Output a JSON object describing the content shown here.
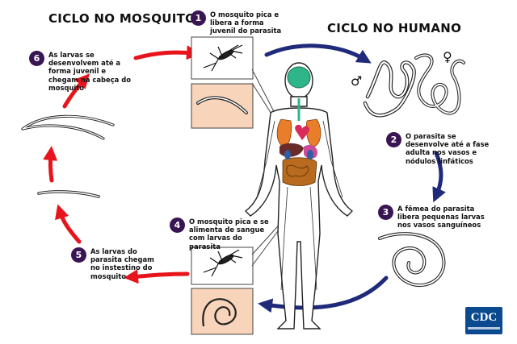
{
  "titles": {
    "mosquito_cycle": "CICLO NO MOSQUITO",
    "human_cycle": "CICLO NO HUMANO"
  },
  "steps": [
    {
      "number": "1",
      "text": "O mosquito pica e libera a forma juvenil do parasita"
    },
    {
      "number": "2",
      "text": "O parasita se desenvolve até a fase adulta nos vasos e nódulos linfáticos"
    },
    {
      "number": "3",
      "text": "A fêmea do parasita libera pequenas larvas nos vasos sanguíneos"
    },
    {
      "number": "4",
      "text": "O mosquito pica e se alimenta de sangue com larvas do parasita"
    },
    {
      "number": "5",
      "text": "As larvas do parasita chegam no instestino do mosquito"
    },
    {
      "number": "6",
      "text": "As larvas se desenvolvem até a forma juvenil e chegam na cabeça do mosquito"
    }
  ],
  "symbols": {
    "male": "♂",
    "female": "♀"
  },
  "logo": {
    "text": "CDC"
  },
  "colors": {
    "human_arrow": "#1f2b7a",
    "mosquito_arrow": "#e8141c",
    "badge": "#3a1554",
    "inset_fill": "#f8d4ba",
    "brain": "#2fb58a",
    "organs": "#e87d2a",
    "logo_bg": "#0b4a8f"
  },
  "icons": [
    "mosquito-icon",
    "human-body-illustration",
    "worm-illustration",
    "coiled-larva-illustration"
  ]
}
